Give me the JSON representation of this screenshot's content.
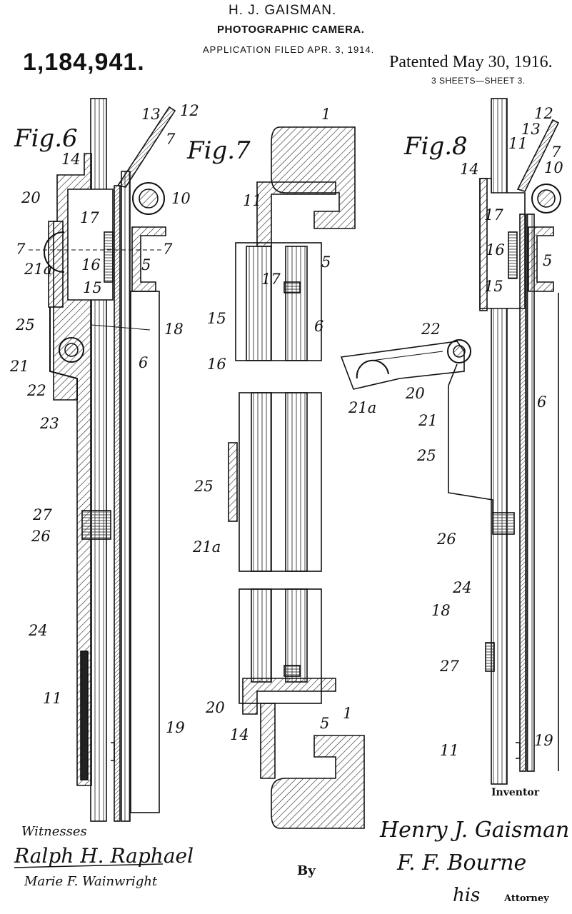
{
  "header": {
    "inventor": "H. J. GAISMAN.",
    "title": "PHOTOGRAPHIC CAMERA.",
    "application": "APPLICATION FILED APR. 3, 1914.",
    "patent_number": "1,184,941.",
    "patented": "Patented May 30, 1916.",
    "sheets": "3 SHEETS—SHEET 3."
  },
  "figures": {
    "fig6": {
      "title": "Fig.6",
      "labels": [
        "13",
        "12",
        "7",
        "14",
        "20",
        "10",
        "17",
        "7",
        "7",
        "21a",
        "16",
        "5",
        "15",
        "25",
        "18",
        "6",
        "21",
        "22",
        "23",
        "27",
        "26",
        "24",
        "11",
        "19"
      ]
    },
    "fig7": {
      "title": "Fig.7",
      "labels": [
        "1",
        "11",
        "5",
        "17",
        "15",
        "6",
        "16",
        "25",
        "21a",
        "20",
        "5",
        "1",
        "14"
      ]
    },
    "fig8": {
      "title": "Fig.8",
      "labels": [
        "12",
        "13",
        "7",
        "11",
        "10",
        "14",
        "17",
        "16",
        "5",
        "15",
        "22",
        "6",
        "21a",
        "20",
        "21",
        "25",
        "26",
        "24",
        "18",
        "27",
        "11",
        "19"
      ]
    }
  },
  "footer": {
    "inventor_caption": "Inventor",
    "witnesses_caption": "Witnesses",
    "witness_1": "Ralph H. Raphael",
    "witness_2": "Marie F. Wainwright",
    "inventor_signature": "Henry J. Gaisman",
    "by": "By",
    "attorney_signature": "F. F. Bourne",
    "his": "his",
    "attorney_caption": "Attorney"
  }
}
